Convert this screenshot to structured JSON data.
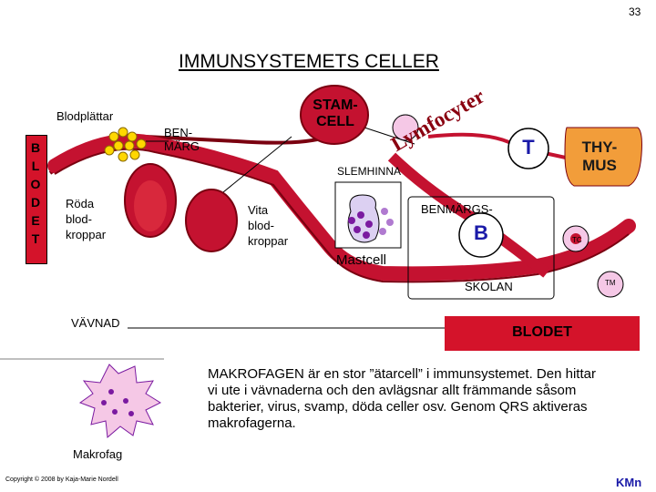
{
  "page_number": "33",
  "title": "IMMUNSYSTEMETS CELLER",
  "left_bar": {
    "label": "B\nL\nO\nD\nE\nT"
  },
  "labels": {
    "blodplattar": "Blodplättar",
    "benmarg": "BEN-\nMÄRG",
    "roda": "Röda\nblod-\nkroppar",
    "vita": "Vita\nblod-\nkroppar",
    "stamcell": "STAM-\nCELL",
    "slemhinna": "SLEMHINNA",
    "lymfocyter": "Lymfocyter",
    "mastcell": "Mastcell",
    "t_cell": "T",
    "thymus": "THY-\nMUS",
    "benmargs": "BENMÄRGS-",
    "b_cell": "B",
    "skolan": "SKOLAN",
    "tc": "TC",
    "tm": "TM",
    "vavnad": "VÄVNAD",
    "blodet": "BLODET",
    "makrofag": "Makrofag"
  },
  "body_text": "MAKROFAGEN är en stor ”ätarcell” i immunsystemet. Den hittar vi ute i vävnaderna och den avlägsnar allt främmande såsom bakterier, virus, svamp, döda celler osv. Genom QRS aktiveras makrofagerna.",
  "copyright": "Copyright © 2008 by Kaja-Marie Nordell",
  "logo": "KMn",
  "colors": {
    "vessel_red": "#c41230",
    "vessel_dark": "#7a0010",
    "platelet_yellow": "#ffd700",
    "thymus_orange": "#f29d3a",
    "cell_pink": "#f5c8e6",
    "cell_lilac": "#dcd0f2",
    "granule_purple": "#7a1aa0",
    "b_blue": "#1a1aa8"
  }
}
